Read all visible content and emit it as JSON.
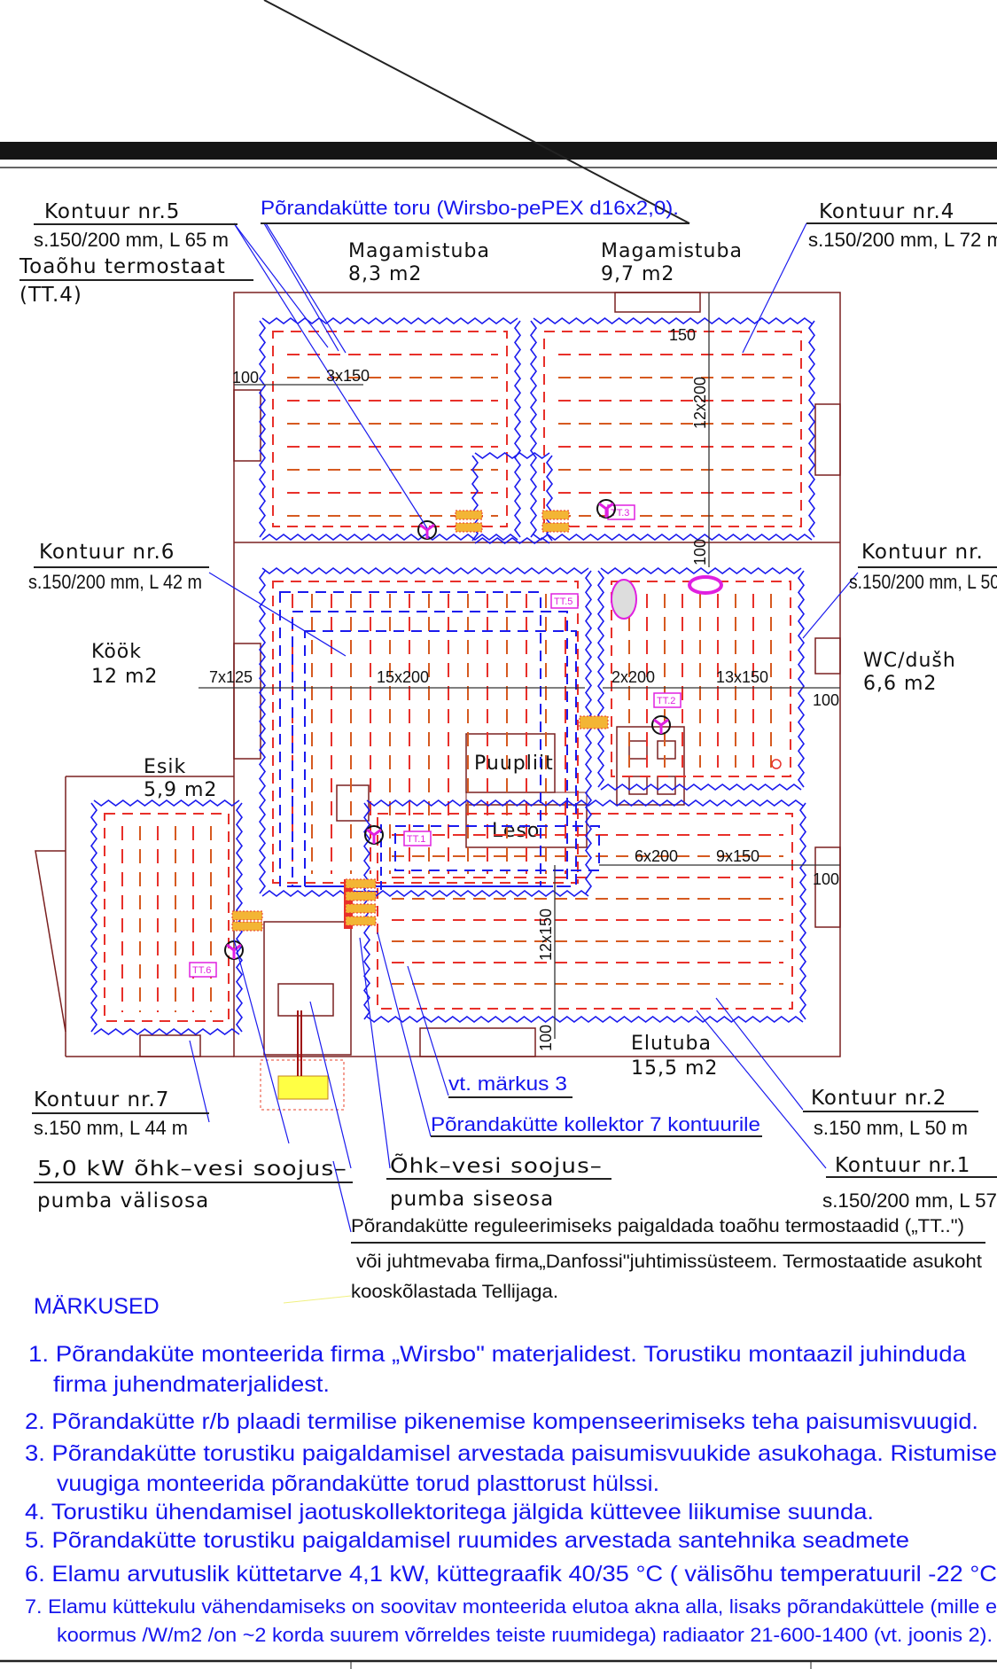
{
  "labels": {
    "k5_title": "Kontuur  nr.5",
    "k5_spec": "s.150/200 mm, L 65 m",
    "tt4_title": "Toaõhu  termostaat",
    "tt4_code": "(TT.4)",
    "pipe_title": "Põrandakütte toru (Wirsbo-pePEX d16x2,0).",
    "k4_title": "Kontuur  nr.4",
    "k4_spec": "s.150/200 mm, L 72 m",
    "k6_title": "Kontuur  nr.6",
    "k6_spec": "s.150/200 mm, L 42 m",
    "k3_title": "Kontuur  nr.",
    "k3_spec": "s.150/200 mm, L 50",
    "k7_title": "Kontuur  nr.7",
    "k7_spec": "s.150 mm, L 44 m",
    "k2_title": "Kontuur  nr.2",
    "k2_spec": "s.150 mm, L 50 m",
    "k1_title": "Kontuur  nr.1",
    "k1_spec": "s.150/200 mm, L 57",
    "note3_ref": "vt. märkus 3",
    "collector": "Põrandakütte kollektor 7 kontuurile",
    "hp_out_1": "5,0  kW  õhk–vesi  soojus–",
    "hp_out_2": "pumba  välisosa",
    "hp_in_1": "Õhk–vesi  soojus–",
    "hp_in_2": "pumba  siseosa",
    "para_1": "Põrandakütte reguleerimiseks paigaldada toaõhu termostaadid („TT..\")",
    "para_2": "või juhtmevaba firma„Danfossi\"juhtimissüsteem. Termostaatide asukoht",
    "para_3": "kooskõlastada Tellijaga."
  },
  "rooms": {
    "bed1_name": "Magamistuba",
    "bed1_area": "8,3  m2",
    "bed2_name": "Magamistuba",
    "bed2_area": "9,7  m2",
    "kitchen_name": "Köök",
    "kitchen_area": "12  m2",
    "wc_name": "WC/dušh",
    "wc_area": "6,6  m2",
    "hall_name": "Esik",
    "hall_area": "5,9  m2",
    "living_name": "Elutuba",
    "living_area": "15,5  m2",
    "stove": "Puupliit",
    "range": "Leso"
  },
  "dims": {
    "d1": "3x150",
    "d2": "100",
    "d3": "150",
    "d4": "12x200",
    "d5": "100",
    "d6": "7x125",
    "d7": "15x200",
    "d8": "2x200",
    "d9": "13x150",
    "d10": "100",
    "d11": "6x200",
    "d12": "9x150",
    "d13": "100",
    "d14": "12x150",
    "d15": "100"
  },
  "thermostats": [
    "TT.3",
    "TT.5",
    "TT.2",
    "TT.1",
    "TT.6"
  ],
  "notes": {
    "title": "MÄRKUSED",
    "items": [
      "1. Põrandaküte  monteerida firma „Wirsbo\" materjalidest. Torustiku montaazil juhinduda",
      "firma juhendmaterjalidest.",
      "2. Põrandakütte r/b plaadi termilise pikenemise kompenseerimiseks teha paisumisvuugid.",
      "3. Põrandakütte torustiku paigaldamisel arvestada  paisumisvuukide asukohaga. Ristumise",
      "vuugiga monteerida põrandakütte torud plasttorust hülssi.",
      "4. Torustiku ühendamisel jaotuskollektoritega jälgida küttevee liikumise suunda.",
      "5. Põrandakütte torustiku paigaldamisel ruumides  arvestada santehnika seadmete",
      "6. Elamu arvutuslik küttetarve 4,1 kW, küttegraafik 40/35 °C ( välisõhu temperatuuril -22 °C",
      "7. Elamu küttekulu vähendamiseks on soovitav monteerida elutoa akna alla, lisaks põrandaküttele (mille e",
      "koormus  /W/m2 /on ~2 korda suurem võrreldes teiste ruumidega) radiaator 21-600-1400 (vt. joonis 2)."
    ]
  },
  "colors": {
    "supply": "#e8302a",
    "return": "#1a1aee",
    "pipe_alt": "#d65a20",
    "wall": "#7a2020",
    "thermostat": "#e020e0",
    "pump": "#ffff44"
  }
}
